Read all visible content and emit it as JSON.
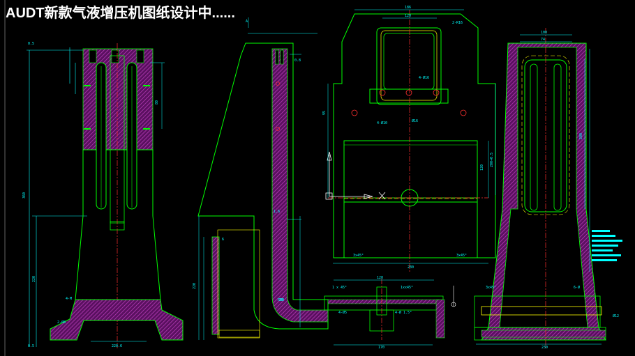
{
  "title": "AUDT新款气液增压机图纸设计中......",
  "colors": {
    "background": "#000000",
    "outline": "#00ff00",
    "centerline": "#ff3030",
    "dimension": "#00ffff",
    "section_fill": "#a020a0",
    "hidden": "#ffff00",
    "text": "#ffffff"
  },
  "views": [
    "front-view",
    "side-section-view",
    "top-view",
    "right-section-view",
    "base-detail-view"
  ]
}
